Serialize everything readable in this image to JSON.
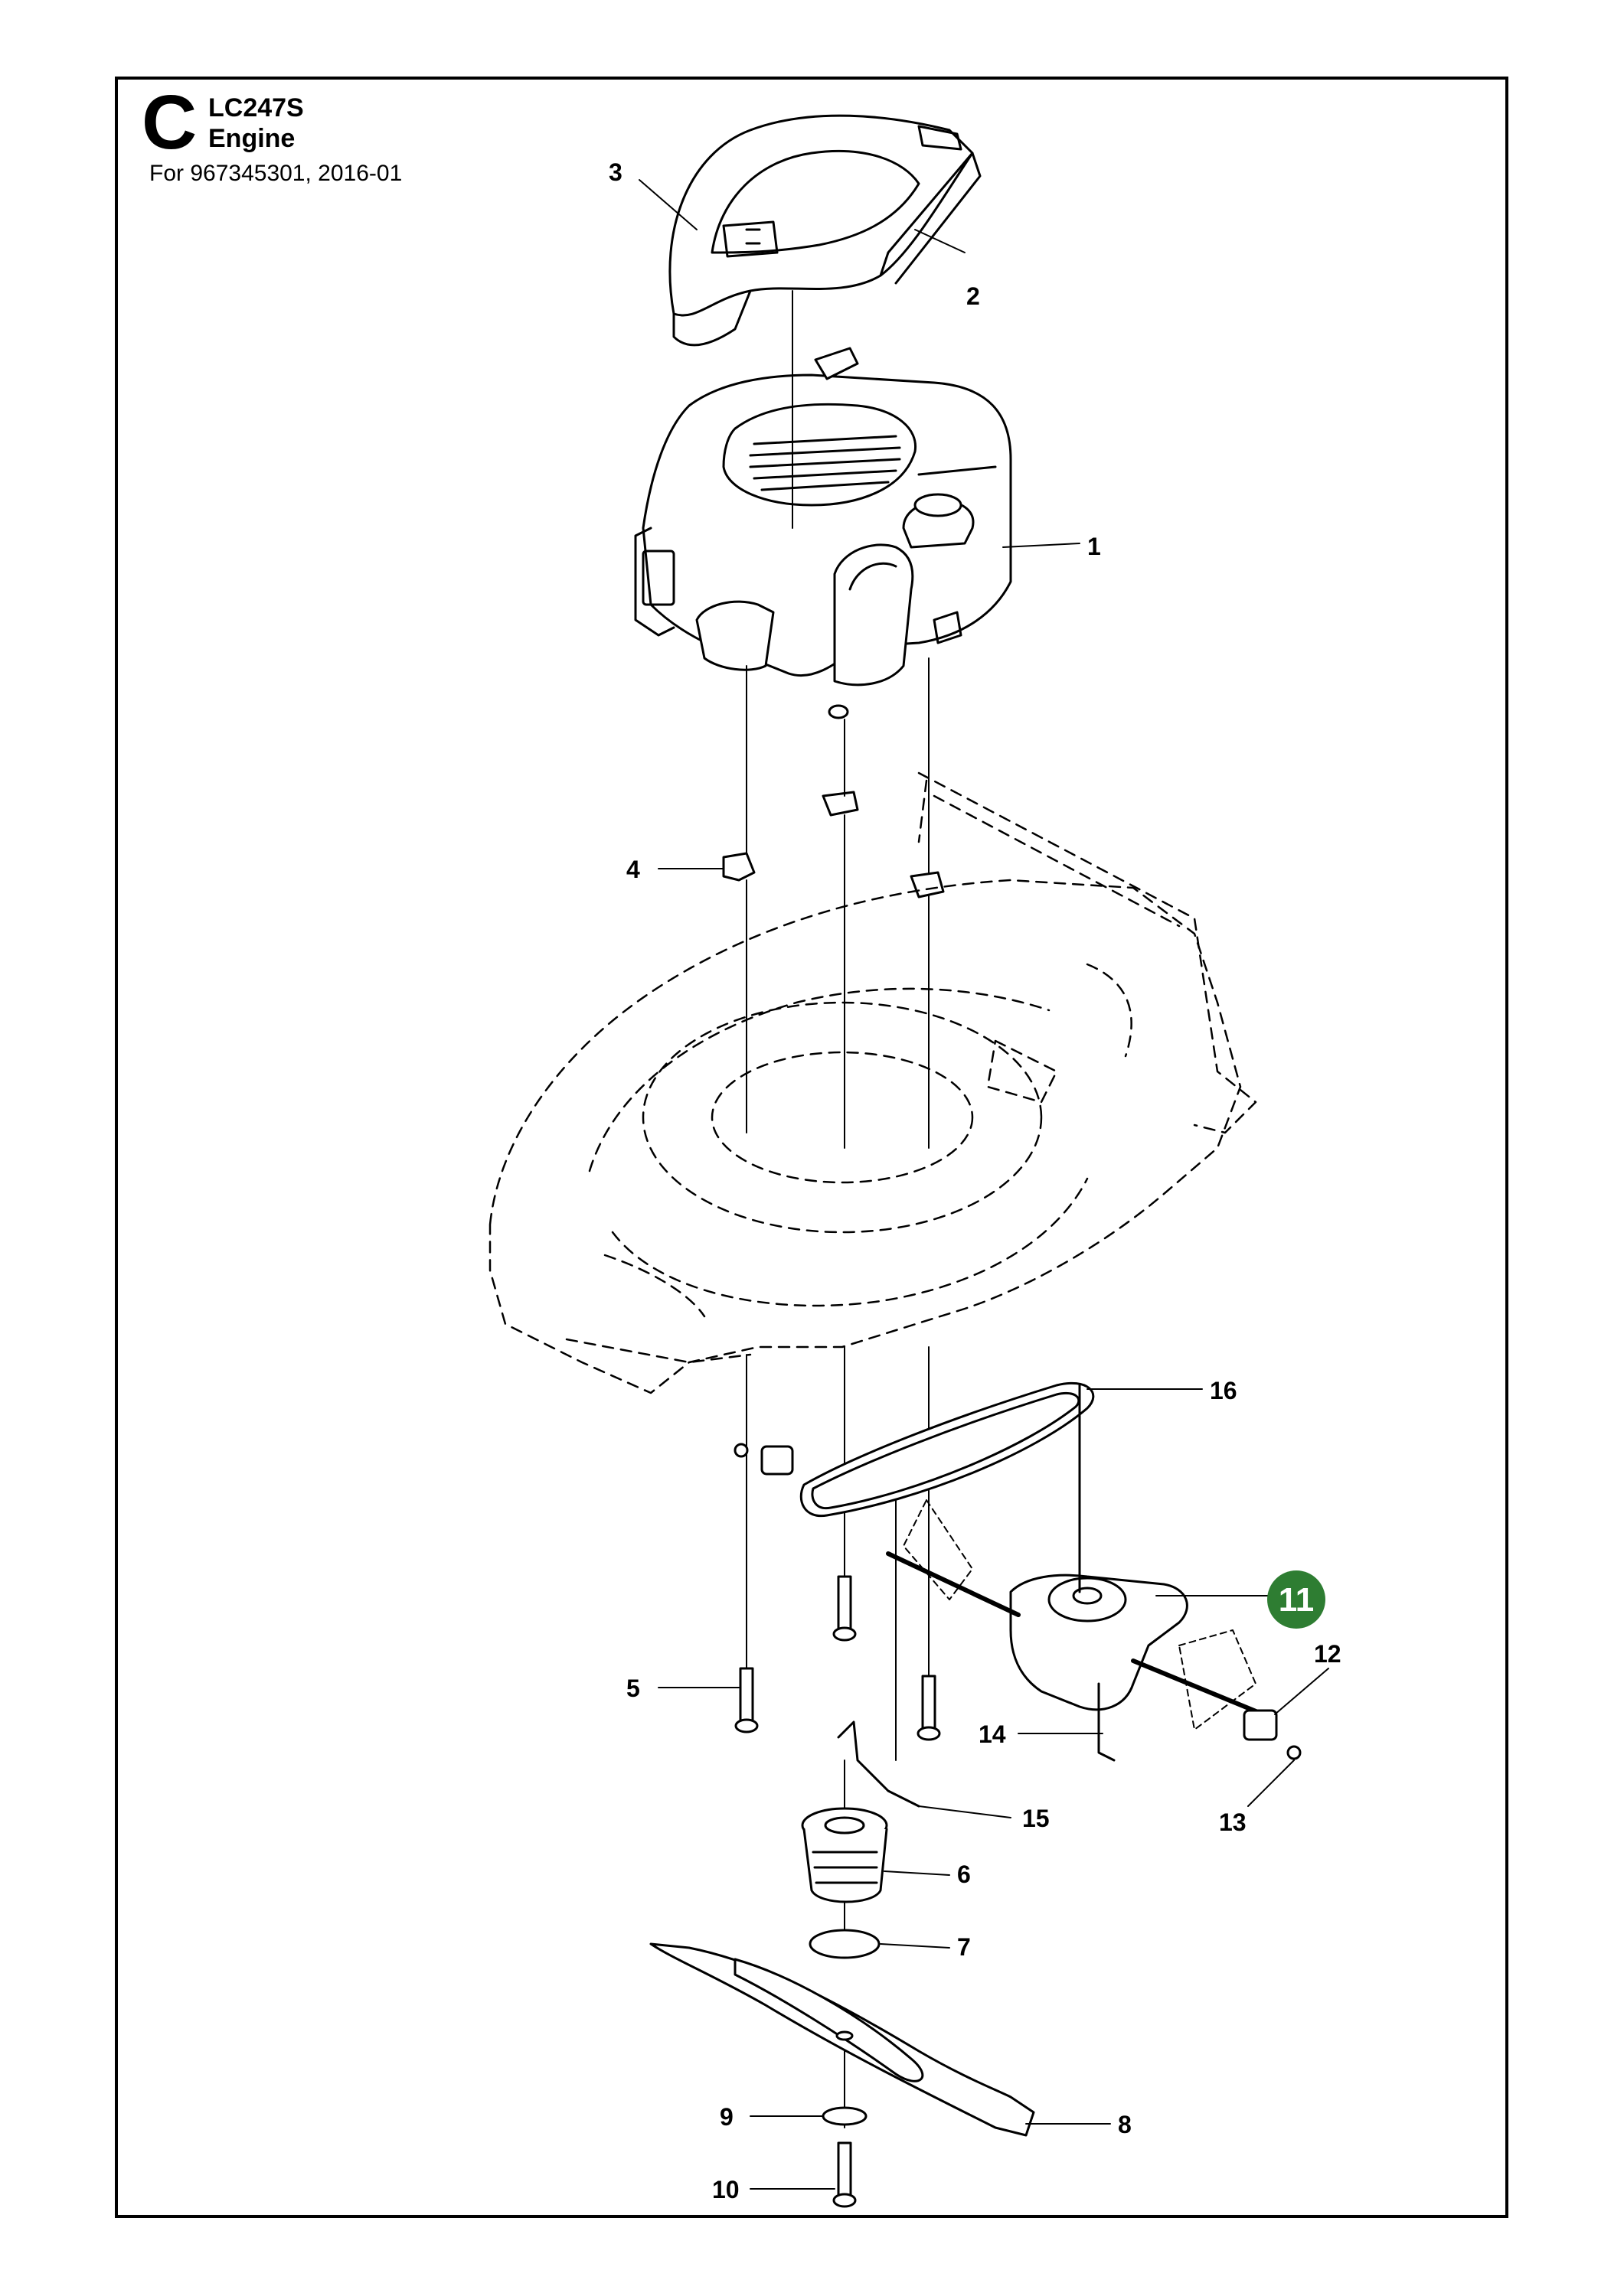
{
  "header": {
    "section_letter": "C",
    "model": "LC247S",
    "title": "Engine",
    "for_line": "For 967345301, 2016-01"
  },
  "colors": {
    "line": "#000000",
    "highlight": "#2e7d32"
  },
  "callouts": {
    "c1": "1",
    "c2": "2",
    "c3": "3",
    "c4": "4",
    "c5": "5",
    "c6": "6",
    "c7": "7",
    "c8": "8",
    "c9": "9",
    "c10": "10",
    "c11": "11",
    "c12": "12",
    "c13": "13",
    "c14": "14",
    "c15": "15",
    "c16": "16"
  },
  "highlighted_callout": "11"
}
